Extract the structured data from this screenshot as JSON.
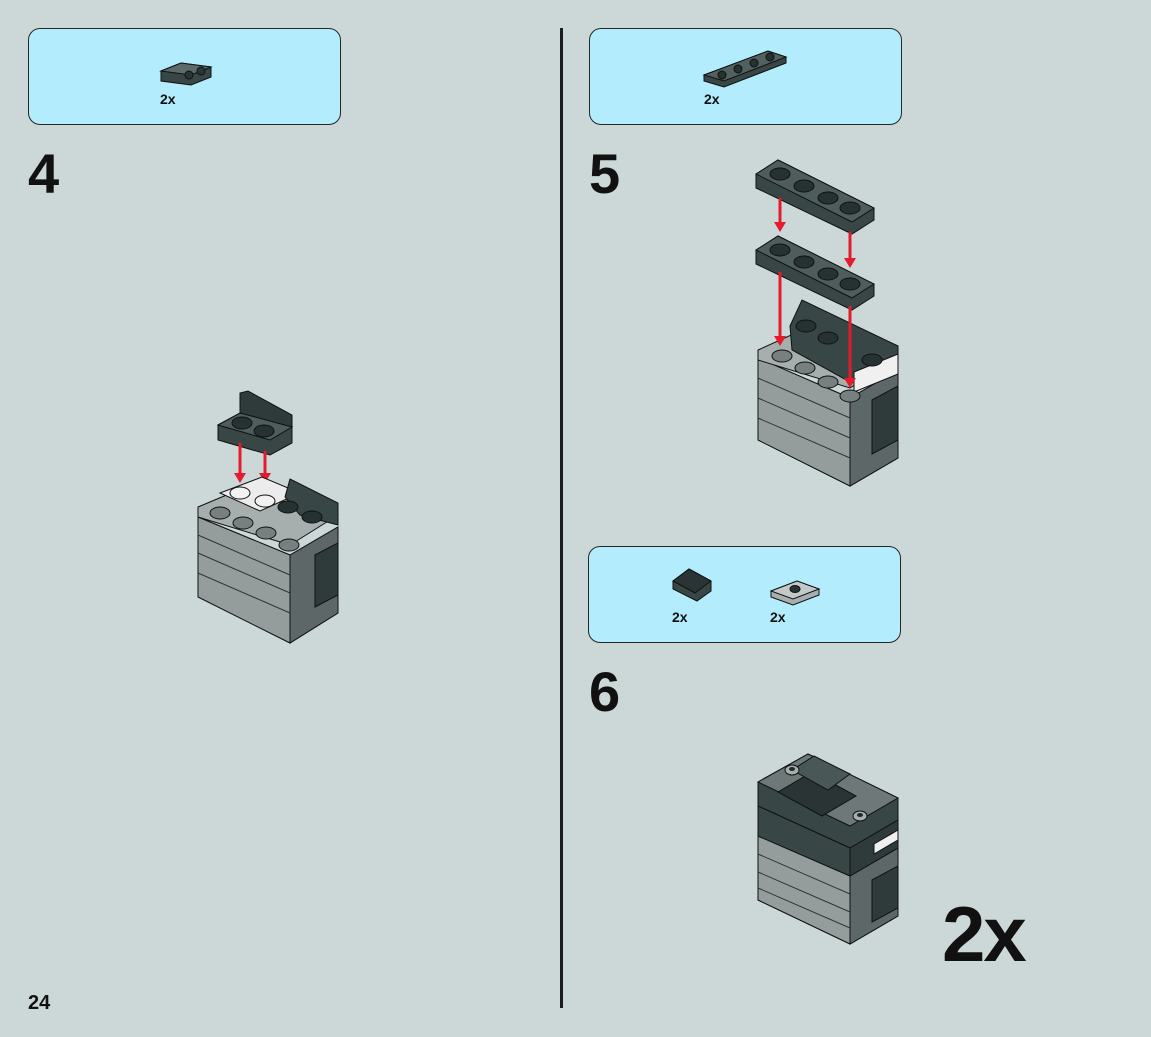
{
  "page": {
    "number": "24"
  },
  "steps": [
    {
      "number": "4",
      "parts": [
        {
          "qty": "2x",
          "icon": "bracket-plate-icon",
          "color": "#394646"
        }
      ]
    },
    {
      "number": "5",
      "parts": [
        {
          "qty": "2x",
          "icon": "plate-1x4-icon",
          "color": "#394646"
        }
      ]
    },
    {
      "number": "6",
      "parts": [
        {
          "qty": "2x",
          "icon": "slope-tile-icon",
          "color": "#394646"
        },
        {
          "qty": "2x",
          "icon": "jumper-plate-icon",
          "color": "#a7aeae"
        }
      ],
      "multiplier": "2x"
    }
  ],
  "colors": {
    "parts_box": "#b3ecfc",
    "background": "#ccd8d8",
    "arrow": "#e41b2a",
    "dark_bluish_gray": "#394646",
    "light_bluish_gray": "#a7aeae"
  }
}
